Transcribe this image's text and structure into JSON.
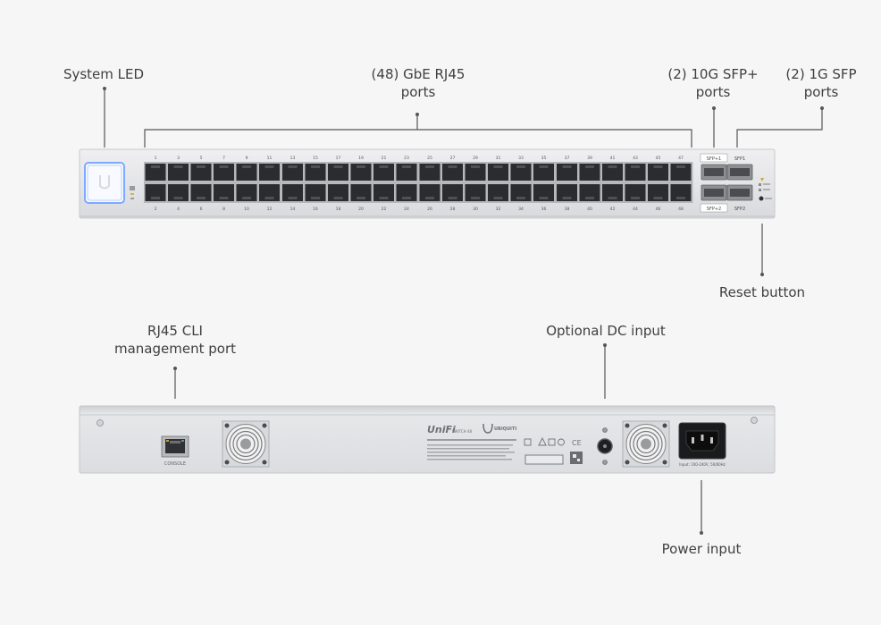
{
  "callouts": {
    "system_led": "System LED",
    "gbe_ports_line1": "(48) GbE RJ45",
    "gbe_ports_line2": "ports",
    "sfp_plus_line1": "(2) 10G SFP+",
    "sfp_plus_line2": "ports",
    "sfp_line1": "(2) 1G SFP",
    "sfp_line2": "ports",
    "reset_button": "Reset button",
    "cli_line1": "RJ45 CLI",
    "cli_line2": "management port",
    "dc_input": "Optional DC input",
    "power_input": "Power input"
  },
  "front_panel": {
    "port_numbers_top": [
      "1",
      "3",
      "5",
      "7",
      "9",
      "11",
      "13",
      "15",
      "17",
      "19",
      "21",
      "23",
      "25",
      "27",
      "29",
      "31",
      "33",
      "35",
      "37",
      "39",
      "41",
      "43",
      "45",
      "47"
    ],
    "port_numbers_bottom": [
      "2",
      "4",
      "6",
      "8",
      "10",
      "12",
      "14",
      "16",
      "18",
      "20",
      "22",
      "24",
      "26",
      "28",
      "30",
      "32",
      "34",
      "36",
      "38",
      "40",
      "42",
      "44",
      "46",
      "48"
    ],
    "sfp_plus_labels": [
      "SFP+1",
      "SFP+2"
    ],
    "sfp_labels": [
      "SFP1",
      "SFP2"
    ]
  },
  "rear_panel": {
    "console_label": "CONSOLE",
    "brand": "UniFi",
    "model": "SWITCH 48",
    "vendor": "UBIQUITI",
    "power_rating": "Input: 100-240V, 50/60Hz"
  },
  "colors": {
    "background": "#f6f6f6",
    "chassis": "#e4e5e7",
    "port": "#2a2c2f",
    "leader_line": "#555555",
    "led_glow": "#6a9cff"
  }
}
